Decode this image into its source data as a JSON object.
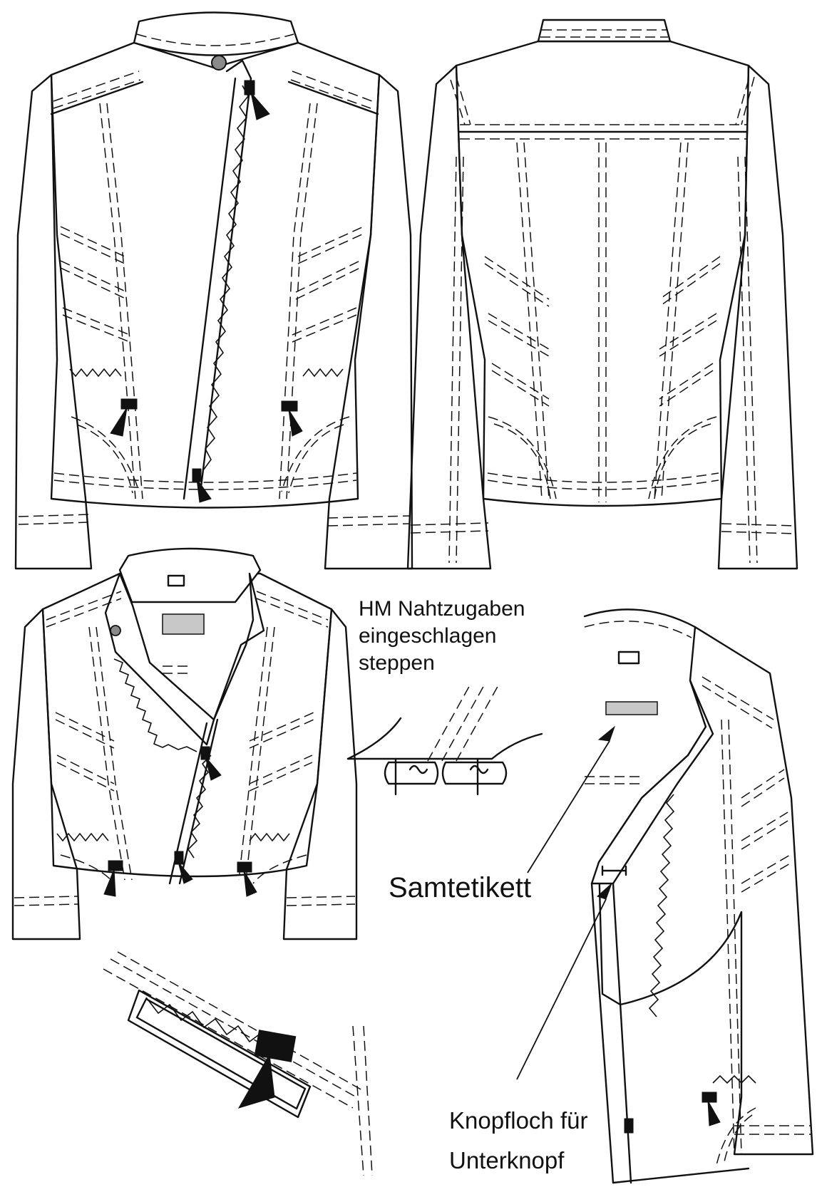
{
  "annotations": {
    "hm_line1": "HM Nahtzugaben",
    "hm_line2": "eingeschlagen",
    "hm_line3": "steppen",
    "samtetikett": "Samtetikett",
    "knopfloch_line1": "Knopfloch für",
    "knopfloch_line2": "Unterknopf"
  },
  "colors": {
    "line": "#111111",
    "label_patch": "#c8c8c8",
    "button": "#8a8a8a",
    "background": "#ffffff"
  }
}
